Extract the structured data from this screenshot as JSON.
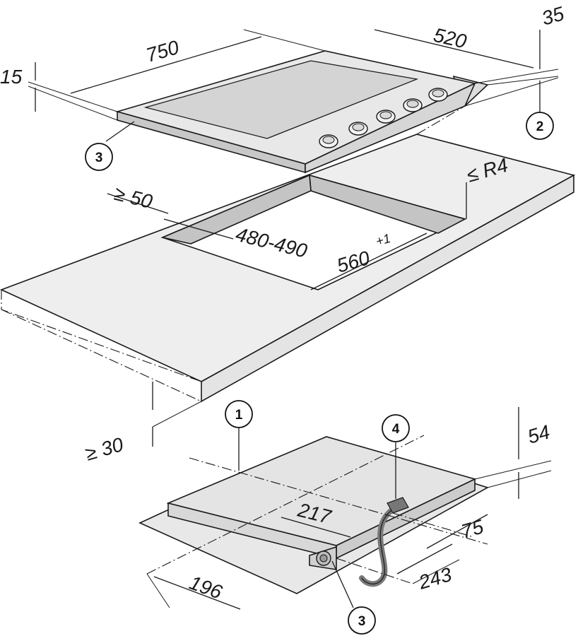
{
  "dimensions": {
    "width_750": "750",
    "depth_520": "520",
    "height_35": "35",
    "thickness_15": "15",
    "clearance_50": "≥ 50",
    "radius": "≤ R4",
    "cutout_depth": "480-490",
    "cutout_width": "560",
    "cutout_tol": "+1",
    "worktop": "≥ 30",
    "h54": "54",
    "d217": "217",
    "d75": "75",
    "d243": "243",
    "d196": "196"
  },
  "callouts": {
    "c1": "1",
    "c2": "2",
    "c3a": "3",
    "c3b": "3",
    "c4": "4"
  },
  "colors": {
    "panel": "#e8e8e8",
    "panel_dark": "#c8c8c8",
    "glass": "#d4d4d4",
    "worktop": "#eeeeee",
    "cutout_wall": "#c4c4c4",
    "hose": "#7a7a7a"
  }
}
